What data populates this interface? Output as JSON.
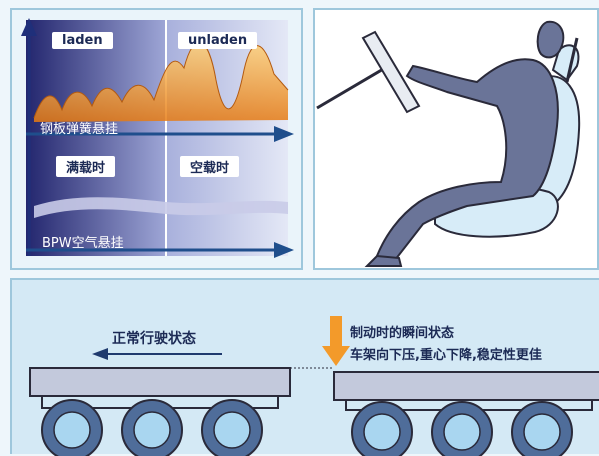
{
  "chart_panel": {
    "top_left_label": "laden",
    "top_right_label": "unladen",
    "top_caption": "钢板弹簧悬挂",
    "bottom_left_label": "满载时",
    "bottom_right_label": "空载时",
    "bottom_caption": "BPW空气悬挂"
  },
  "trailer_panel": {
    "normal_state": "正常行驶状态",
    "braking_line1": "制动时的瞬间状态",
    "braking_line2": "车架向下压,重心下降,稳定性更佳"
  },
  "colors": {
    "panel_dark": "#3a3f8f",
    "wave_orange": "#f39a2a",
    "arrow_blue": "#1f4e8c",
    "seat_light": "#d7ecf8",
    "figure": "#6a7498"
  }
}
